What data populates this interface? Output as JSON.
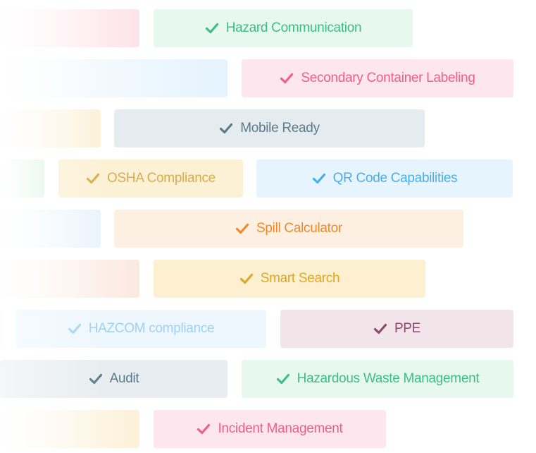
{
  "tags": [
    {
      "label": "Hazard Communication",
      "color": "#3bbf82",
      "bg": "#e7f8ef"
    },
    {
      "label": "Secondary Container Labeling",
      "color": "#ef5f86",
      "bg": "#fde6ed"
    },
    {
      "label": "Mobile Ready",
      "color": "#5c7a8a",
      "bg": "#e4ecef"
    },
    {
      "label": "OSHA Compliance",
      "color": "#d7ac4d",
      "bg": "#fcf1d5"
    },
    {
      "label": "QR Code Capabilities",
      "color": "#4aaee8",
      "bg": "#e6f4fd"
    },
    {
      "label": "Spill Calculator",
      "color": "#ef8a2b",
      "bg": "#fdf0e3"
    },
    {
      "label": "Smart Search",
      "color": "#dfa62a",
      "bg": "#fcf0d0"
    },
    {
      "label": "HAZCOM compliance",
      "color": "#9fd0f0",
      "bg": "#eef7fd"
    },
    {
      "label": "PPE",
      "color": "#8b4a6b",
      "bg": "#f2e5ea"
    },
    {
      "label": "Audit",
      "color": "#5c7a8a",
      "bg": "#e7edf0"
    },
    {
      "label": "Hazardous Waste Management",
      "color": "#3bbf82",
      "bg": "#e7f8ef"
    },
    {
      "label": "Incident Management",
      "color": "#ef5f86",
      "bg": "#fde6ed"
    }
  ],
  "ghosts": [
    {
      "color": "#fde3ea"
    },
    {
      "color": "#e4f3fd"
    },
    {
      "color": "#fcf1d8"
    },
    {
      "color": "#e4f5ec"
    },
    {
      "color": "#e9f4fc"
    },
    {
      "color": "#fbe9df"
    },
    {
      "color": "#fce8ee"
    },
    {
      "color": "#e7edf0"
    },
    {
      "color": "#fcf1d8"
    }
  ]
}
